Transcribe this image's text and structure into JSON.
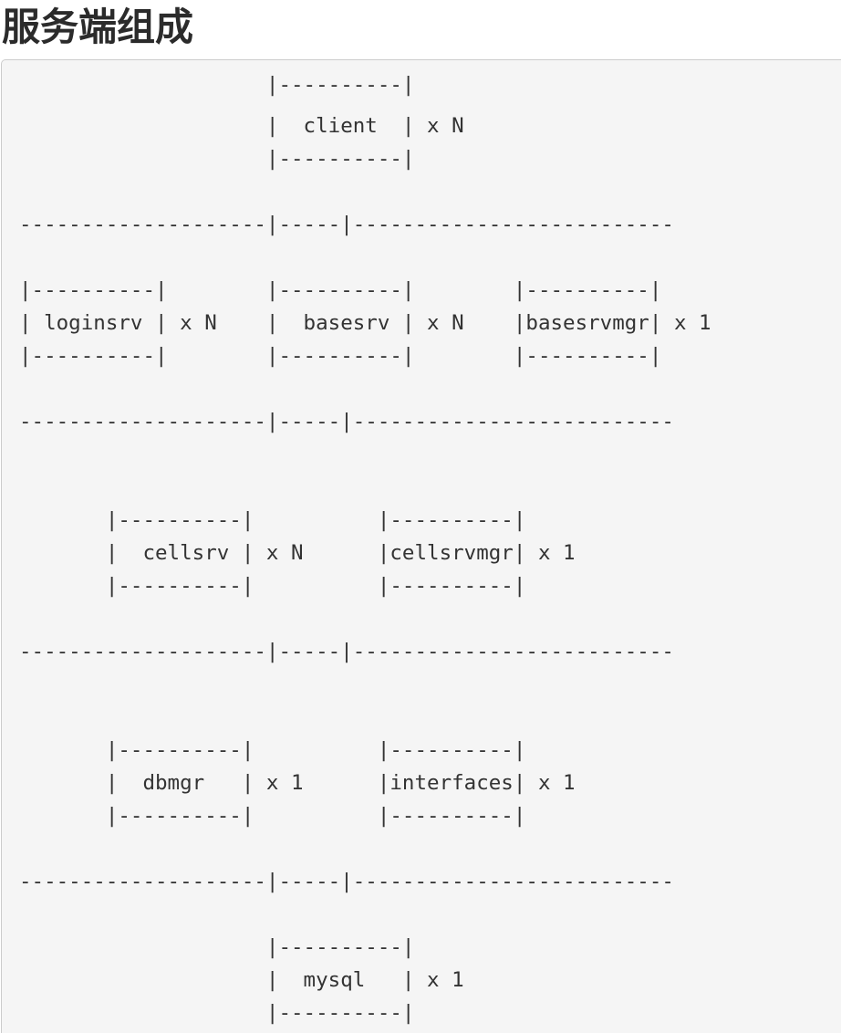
{
  "heading": "服务端组成",
  "diagram": {
    "lines": [
      "                    |----------|",
      "                    |  client  | x N",
      "                    |----------|",
      "--------------------|-----|--------------------------",
      "|----------|        |----------|        |----------|",
      "| loginsrv | x N    |  basesrv | x N    |basesrvmgr| x 1",
      "|----------|        |----------|        |----------|",
      "--------------------|-----|--------------------------",
      "       |----------|          |----------|",
      "       |  cellsrv | x N      |cellsrvmgr| x 1",
      "       |----------|          |----------|",
      "--------------------|-----|--------------------------",
      "       |----------|          |----------|",
      "       |  dbmgr   | x 1      |interfaces| x 1",
      "       |----------|          |----------|",
      "--------------------|-----|--------------------------",
      "                    |----------|",
      "                    |  mysql   | x 1",
      "                    |----------|"
    ]
  }
}
